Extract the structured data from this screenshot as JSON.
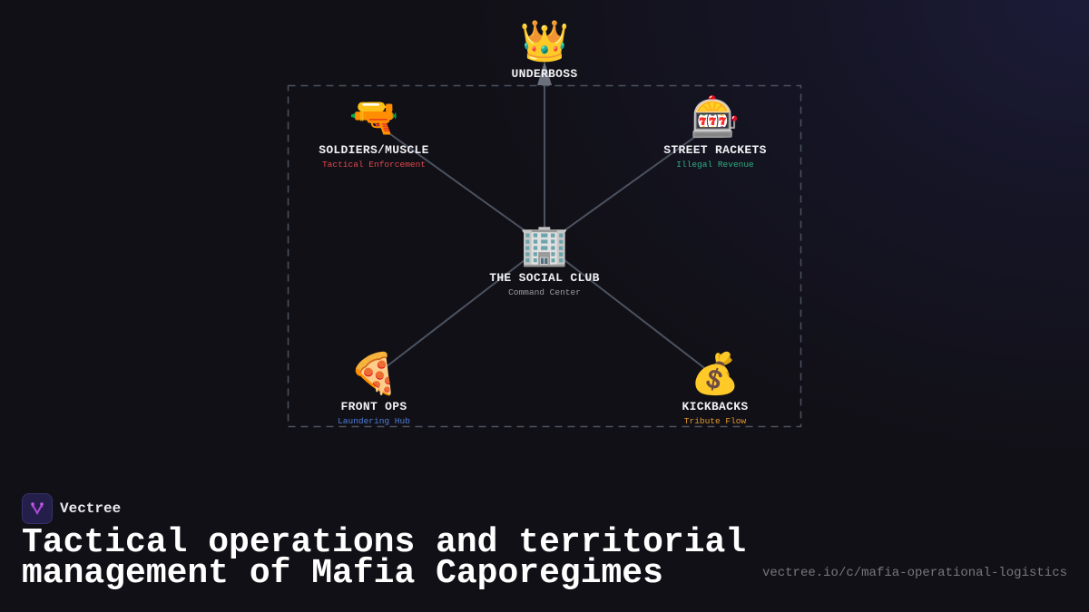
{
  "diagram": {
    "type": "hub-and-spoke",
    "center": {
      "id": "social-club",
      "icon": "🏢",
      "icon_name": "office-building-icon",
      "label": "THE SOCIAL CLUB",
      "sublabel": "Command Center",
      "sublabel_color": "#9a9aa3"
    },
    "nodes": [
      {
        "id": "underboss",
        "icon": "👑",
        "icon_name": "crown-icon",
        "label": "UNDERBOSS",
        "sublabel": "",
        "sublabel_color": "#ffffff"
      },
      {
        "id": "soldiers",
        "icon": "🔫",
        "icon_name": "water-pistol-icon",
        "label": "SOLDIERS/MUSCLE",
        "sublabel": "Tactical Enforcement",
        "sublabel_color": "#e0474c"
      },
      {
        "id": "street-rackets",
        "icon": "🎰",
        "icon_name": "slot-machine-icon",
        "label": "STREET RACKETS",
        "sublabel": "Illegal Revenue",
        "sublabel_color": "#2fae80"
      },
      {
        "id": "front-ops",
        "icon": "🍕",
        "icon_name": "pizza-icon",
        "label": "FRONT OPS",
        "sublabel": "Laundering Hub",
        "sublabel_color": "#4f7fdc"
      },
      {
        "id": "kickbacks",
        "icon": "💰",
        "icon_name": "money-bag-icon",
        "label": "KICKBACKS",
        "sublabel": "Tribute Flow",
        "sublabel_color": "#e49a2c"
      }
    ],
    "edges": [
      {
        "from": "social-club",
        "to": "underboss",
        "arrow": true
      },
      {
        "from": "social-club",
        "to": "soldiers",
        "arrow": false
      },
      {
        "from": "social-club",
        "to": "street-rackets",
        "arrow": false
      },
      {
        "from": "social-club",
        "to": "front-ops",
        "arrow": false
      },
      {
        "from": "social-club",
        "to": "kickbacks",
        "arrow": false
      }
    ],
    "edge_color": "#4b5260",
    "group_border_color": "#4b5260"
  },
  "brand": {
    "name": "Vectree",
    "logo_icon": "vectree-logo-icon",
    "accent": "#b04ad8"
  },
  "headline": "Tactical operations and territorial management of Mafia Caporegimes",
  "url": "vectree.io/c/mafia-operational-logistics"
}
